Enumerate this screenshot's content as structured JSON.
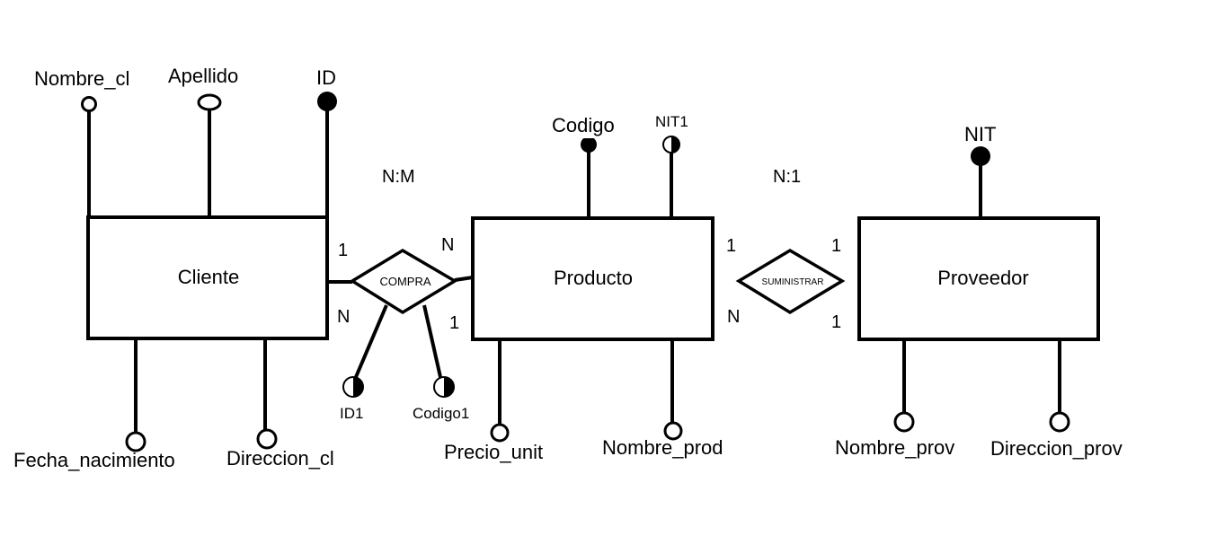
{
  "colors": {
    "ink": "#000000",
    "background": "#ffffff"
  },
  "entities": {
    "cliente": {
      "name": "Cliente"
    },
    "producto": {
      "name": "Producto"
    },
    "proveedor": {
      "name": "Proveedor"
    }
  },
  "relationships": {
    "compra": {
      "name": "COMPRA",
      "ratio": "N:M",
      "card_cliente_top": "1",
      "card_cliente_bottom": "N",
      "card_producto_top": "N",
      "card_producto_bottom": "1"
    },
    "suministrar": {
      "name": "SUMINISTRAR",
      "ratio": "N:1",
      "card_producto_top": "1",
      "card_producto_bottom": "N",
      "card_proveedor_top": "1",
      "card_proveedor_bottom": "1"
    }
  },
  "attributes": {
    "nombre_cl": {
      "label": "Nombre_cl",
      "kind": "simple"
    },
    "apellido": {
      "label": "Apellido",
      "kind": "simple"
    },
    "id": {
      "label": "ID",
      "kind": "key"
    },
    "fecha_nacimiento": {
      "label": "Fecha_nacimiento",
      "kind": "simple"
    },
    "direccion_cl": {
      "label": "Direccion_cl",
      "kind": "simple"
    },
    "id1": {
      "label": "ID1",
      "kind": "foreign-key"
    },
    "codigo1": {
      "label": "Codigo1",
      "kind": "foreign-key"
    },
    "codigo": {
      "label": "Codigo",
      "kind": "key"
    },
    "nit1": {
      "label": "NIT1",
      "kind": "foreign-key"
    },
    "precio_unit": {
      "label": "Precio_unit",
      "kind": "simple"
    },
    "nombre_prod": {
      "label": "Nombre_prod",
      "kind": "simple"
    },
    "nit": {
      "label": "NIT",
      "kind": "key"
    },
    "nombre_prov": {
      "label": "Nombre_prov",
      "kind": "simple"
    },
    "direccion_prov": {
      "label": "Direccion_prov",
      "kind": "simple"
    }
  }
}
